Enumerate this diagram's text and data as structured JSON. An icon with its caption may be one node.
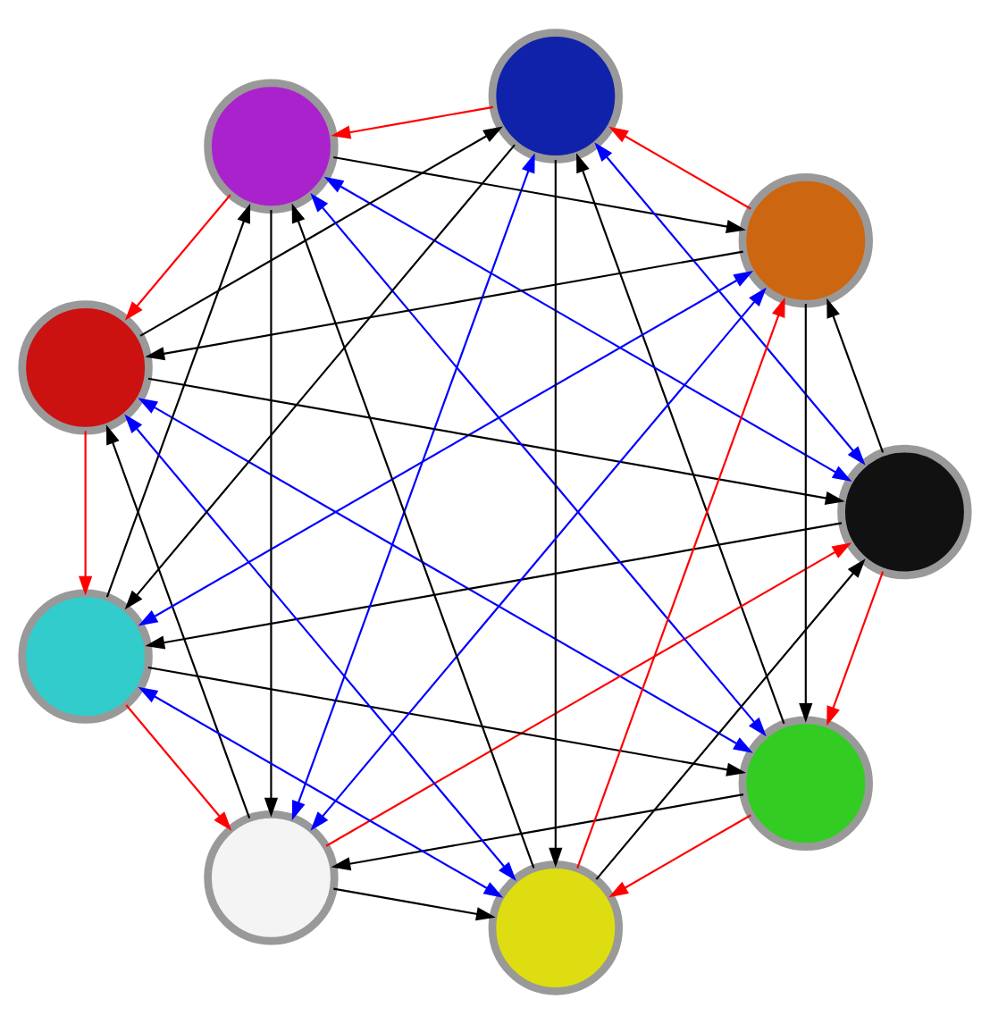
{
  "diagram": {
    "nodes": [
      {
        "text": [],
        "shape": "circle"
      },
      {
        "text": [],
        "shape": "circle"
      },
      {
        "text": [],
        "shape": "circle"
      },
      {
        "text": [],
        "shape": "circle"
      },
      {
        "text": [],
        "shape": "circle"
      },
      {
        "text": [],
        "shape": "circle"
      },
      {
        "text": [],
        "shape": "circle"
      },
      {
        "text": [],
        "shape": "circle"
      },
      {
        "text": [],
        "shape": "circle"
      }
    ],
    "edges": [
      {
        "from": 1,
        "to": 0,
        "arrow": "to",
        "color": "#ff0000"
      },
      {
        "from": 2,
        "to": 1,
        "arrow": "to",
        "color": "#ff0000"
      },
      {
        "from": 3,
        "to": 2,
        "arrow": "to",
        "color": "#ff0000"
      },
      {
        "from": 4,
        "to": 3,
        "arrow": "to",
        "color": "#ff0000"
      },
      {
        "from": 5,
        "to": 4,
        "arrow": "to",
        "color": "#ff0000"
      },
      {
        "from": 6,
        "to": 5,
        "arrow": "to",
        "color": "#ff0000"
      },
      {
        "from": 7,
        "to": 6,
        "arrow": "to",
        "color": "#ff0000"
      },
      {
        "from": 8,
        "to": 7,
        "arrow": "to",
        "color": "#ff0000"
      },
      {
        "from": 0,
        "to": 8,
        "arrow": "to",
        "color": "#ff0000"
      },
      {
        "from": 0,
        "to": 2,
        "arrow": "to"
      },
      {
        "from": 1,
        "to": 3,
        "arrow": "to"
      },
      {
        "from": 2,
        "to": 4,
        "arrow": "to"
      },
      {
        "from": 3,
        "to": 5,
        "arrow": "to"
      },
      {
        "from": 4,
        "to": 6,
        "arrow": "to"
      },
      {
        "from": 5,
        "to": 7,
        "arrow": "to"
      },
      {
        "from": 6,
        "to": 8,
        "arrow": "to"
      },
      {
        "from": 7,
        "to": 0,
        "arrow": "to"
      },
      {
        "from": 8,
        "to": 1,
        "arrow": "to"
      },
      {
        "from": 3,
        "to": 0,
        "arrow": "to"
      },
      {
        "from": 4,
        "to": 1,
        "arrow": "to"
      },
      {
        "from": 5,
        "to": 2,
        "arrow": "to"
      },
      {
        "from": 6,
        "to": 3,
        "arrow": "to"
      },
      {
        "from": 7,
        "to": 4,
        "arrow": "to"
      },
      {
        "from": 8,
        "to": 5,
        "arrow": "to"
      },
      {
        "from": 0,
        "to": 6,
        "arrow": "to"
      },
      {
        "from": 1,
        "to": 7,
        "arrow": "to"
      },
      {
        "from": 2,
        "to": 8,
        "arrow": "to"
      },
      {
        "from": 0,
        "to": 4,
        "arrow": "both",
        "color": "#0000ff"
      },
      {
        "from": 1,
        "to": 5,
        "arrow": "both",
        "color": "#0000ff"
      },
      {
        "from": 2,
        "to": 6,
        "arrow": "both",
        "color": "#0000ff"
      },
      {
        "from": 3,
        "to": 7,
        "arrow": "both",
        "color": "#0000ff"
      },
      {
        "from": 4,
        "to": 8,
        "arrow": "both",
        "color": "#0000ff"
      },
      {
        "from": 5,
        "to": 0,
        "arrow": "both",
        "color": "#0000ff"
      },
      {
        "from": 6,
        "to": 1,
        "arrow": "both",
        "color": "#0000ff"
      },
      {
        "from": 7,
        "to": 2,
        "arrow": "both",
        "color": "#0000ff"
      },
      {
        "from": 8,
        "to": 3,
        "arrow": "both",
        "color": "#0000ff"
      }
    ]
  }
}
